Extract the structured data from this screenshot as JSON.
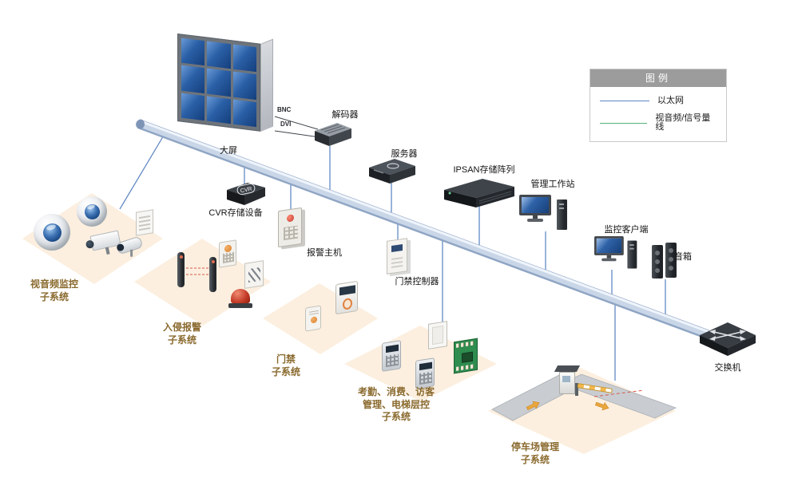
{
  "legend": {
    "title": "图例",
    "items": [
      {
        "id": "ethernet",
        "label": "以太网",
        "color": "#5b87c5"
      },
      {
        "id": "av-signal",
        "label": "视音频/信号量线",
        "color": "#54b37e"
      }
    ]
  },
  "cable_labels": {
    "bnc": "BNC",
    "dvi": "DVI"
  },
  "devices": {
    "big_screen": {
      "label": "大屏"
    },
    "decoder": {
      "label": "解码器"
    },
    "server": {
      "label": "服务器"
    },
    "ipsan": {
      "label": "IPSAN存储阵列"
    },
    "workstation": {
      "label": "管理工作站"
    },
    "client": {
      "label": "监控客户端"
    },
    "speaker": {
      "label": "音箱"
    },
    "switch": {
      "label": "交换机"
    },
    "cvr": {
      "label": "CVR存储设备",
      "badge": "CVR"
    },
    "alarm_host": {
      "label": "报警主机"
    },
    "door_controller": {
      "label": "门禁控制器"
    }
  },
  "subsystems": {
    "video": {
      "label": "视音频监控\n子系统"
    },
    "intrusion": {
      "label": "入侵报警\n子系统"
    },
    "access": {
      "label": "门禁\n子系统"
    },
    "attendance": {
      "label": "考勤、消费、访客\n管理、电梯层控\n子系统"
    },
    "parking": {
      "label": "停车场管理\n子系统"
    }
  }
}
